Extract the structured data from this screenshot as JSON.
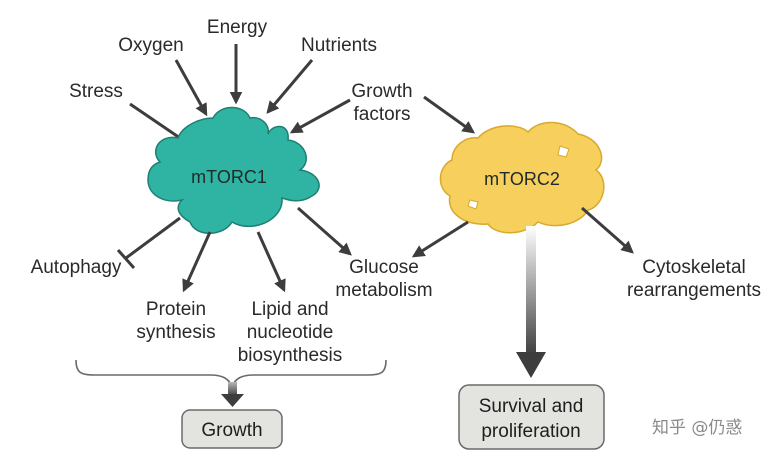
{
  "colors": {
    "mtorc1_fill": "#2fb3a2",
    "mtorc1_stroke": "#1f7f73",
    "mtorc2_fill": "#f7cf5c",
    "mtorc2_stroke": "#d9a92c",
    "box_fill": "#e3e3e0",
    "arrow": "#3d3d3d"
  },
  "complexes": {
    "mtorc1": "mTORC1",
    "mtorc2": "mTORC2"
  },
  "inputs": {
    "stress": "Stress",
    "oxygen": "Oxygen",
    "energy": "Energy",
    "nutrients": "Nutrients",
    "growth_factors": [
      "Growth",
      "factors"
    ]
  },
  "outputs": {
    "autophagy": "Autophagy",
    "protein_synthesis": [
      "Protein",
      "synthesis"
    ],
    "lipid_nucleotide": [
      "Lipid and",
      "nucleotide",
      "biosynthesis"
    ],
    "glucose_metabolism": [
      "Glucose",
      "metabolism"
    ],
    "cytoskeletal": [
      "Cytoskeletal",
      "rearrangements"
    ]
  },
  "outcomes": {
    "growth": "Growth",
    "survival": [
      "Survival and",
      "proliferation"
    ]
  },
  "watermark": "知乎 @仍惑"
}
